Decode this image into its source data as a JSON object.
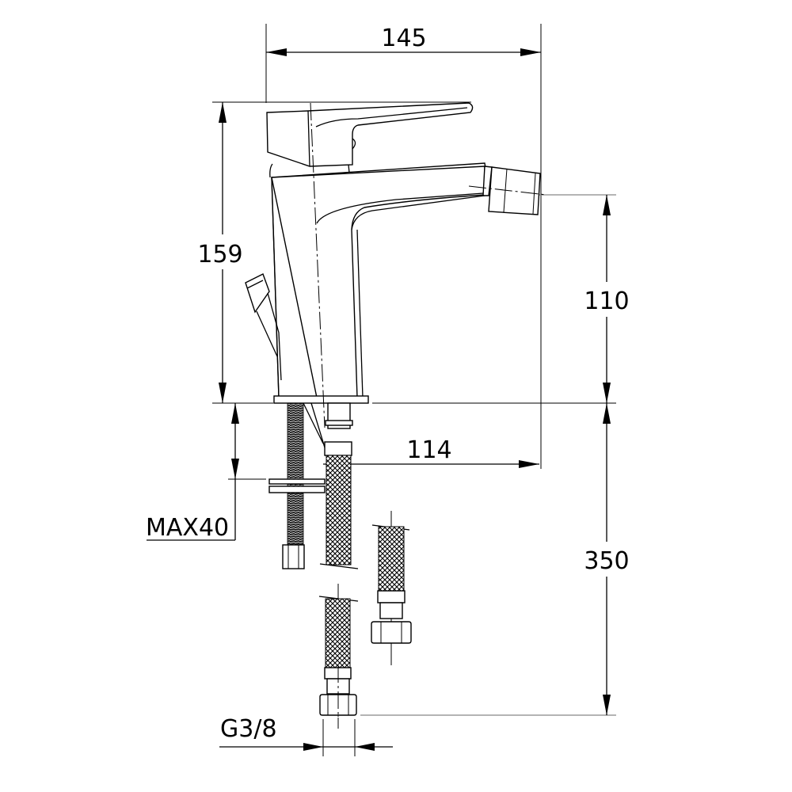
{
  "drawing": {
    "type": "technical-dimension-drawing",
    "subject": "single-lever bidet mixer with pop-up waste and flexible hoses",
    "dimensions": {
      "overall_width": "145",
      "overall_height": "159",
      "spout_height": "110",
      "spout_reach": "114",
      "max_deck_thickness": "MAX40",
      "hose_length": "350",
      "thread_size": "G3/8"
    }
  }
}
